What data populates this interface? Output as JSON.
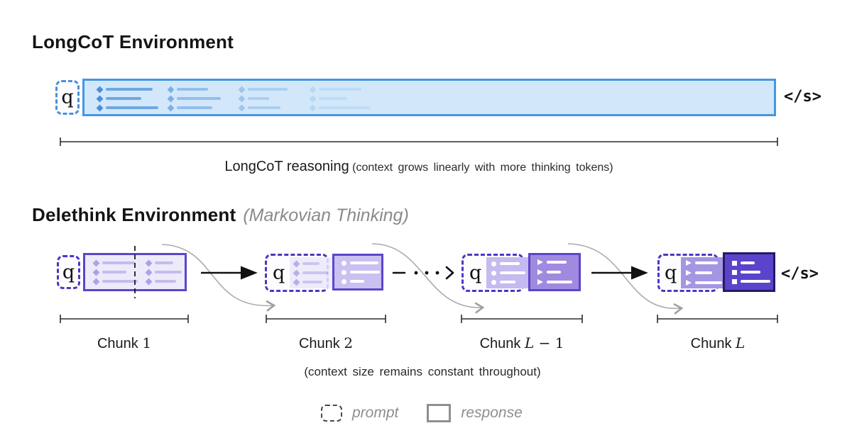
{
  "longcot": {
    "title": "LongCoT Environment",
    "q": "q",
    "eos": "</s>",
    "caption": "LongCoT reasoning",
    "caption_note": "(context grows linearly with more thinking tokens)"
  },
  "delethink": {
    "title": "Delethink Environment",
    "subtitle": "(Markovian Thinking)",
    "q": "q",
    "eos": "</s>",
    "caption_note": "(context size remains constant throughout)",
    "chunk_labels": [
      {
        "word": "Chunk",
        "var": "",
        "rest": "1"
      },
      {
        "word": "Chunk",
        "var": "",
        "rest": "2"
      },
      {
        "word": "Chunk",
        "var": "L",
        "rest": " − 1"
      },
      {
        "word": "Chunk",
        "var": "L",
        "rest": ""
      }
    ]
  },
  "legend": {
    "prompt": "prompt",
    "response": "response"
  },
  "colors": {
    "blue_border": "#4796e3",
    "blue_fill": "#d2e8fa",
    "purple_border": "#5b46c9",
    "purple_dashed": "#4a38c2",
    "chunk1_fill": "#edeafa",
    "chunk2_fill": "#cbc0f1",
    "chunkL1_fill": "#a08ae0",
    "chunkL_fill": "#5b44cb",
    "chunkL_border": "#241a66",
    "gray_text": "#8a8a8a",
    "curve_gray": "#ababab"
  }
}
